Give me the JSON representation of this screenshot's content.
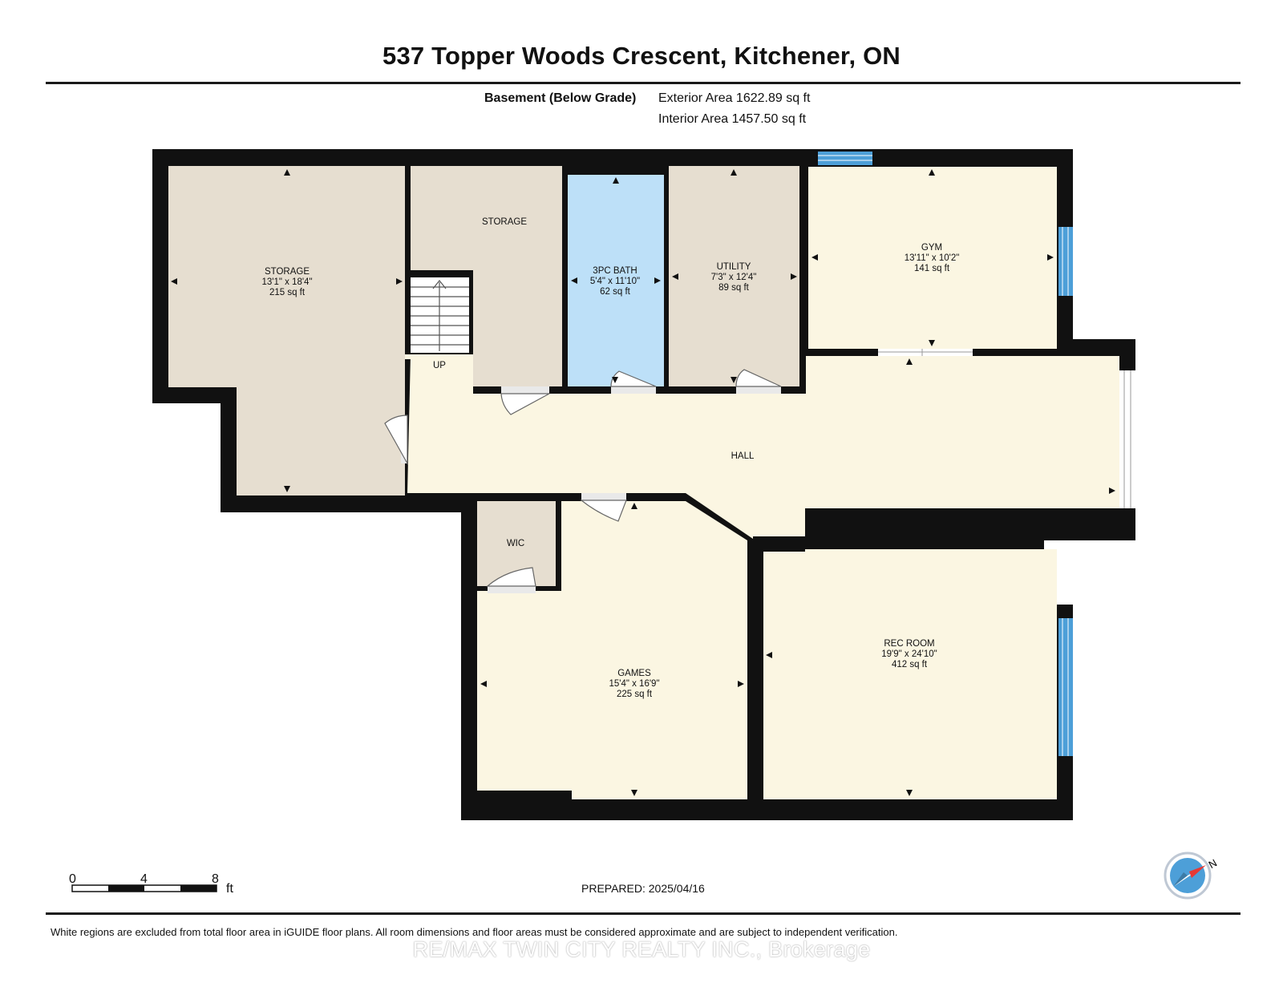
{
  "header": {
    "title": "537 Topper Woods Crescent, Kitchener, ON",
    "level": "Basement (Below Grade)",
    "exterior_area": "Exterior Area 1622.89 sq ft",
    "interior_area": "Interior Area 1457.50 sq ft"
  },
  "rooms": {
    "storage_left": {
      "name": "STORAGE",
      "dims": "13'1\" x 18'4\"",
      "area": "215 sq ft"
    },
    "storage_mid": {
      "name": "STORAGE"
    },
    "bath": {
      "name": "3PC BATH",
      "dims": "5'4\" x 11'10\"",
      "area": "62 sq ft"
    },
    "utility": {
      "name": "UTILITY",
      "dims": "7'3\" x 12'4\"",
      "area": "89 sq ft"
    },
    "gym": {
      "name": "GYM",
      "dims": "13'11\" x 10'2\"",
      "area": "141 sq ft"
    },
    "hall": {
      "name": "HALL"
    },
    "stairs": {
      "name": "UP"
    },
    "wic": {
      "name": "WIC"
    },
    "games": {
      "name": "GAMES",
      "dims": "15'4\" x 16'9\"",
      "area": "225 sq ft"
    },
    "rec": {
      "name": "REC ROOM",
      "dims": "19'9\" x 24'10\"",
      "area": "412 sq ft"
    }
  },
  "colors": {
    "wall": "#111111",
    "storage_fill": "#e6ded0",
    "living_fill": "#fbf6e2",
    "bath_fill": "#bde0f8",
    "window": "#4d9fd8"
  },
  "scale": {
    "ticks": [
      "0",
      "4",
      "8"
    ],
    "unit": "ft"
  },
  "compass": {
    "label": "N",
    "icon": "compass-icon"
  },
  "footer": {
    "prepared": "PREPARED: 2025/04/16",
    "disclaimer": "White regions are excluded from total floor area in iGUIDE floor plans. All room dimensions and floor areas must be considered approximate and are subject to independent verification.",
    "brokerage": "RE/MAX TWIN CITY REALTY INC., Brokerage"
  }
}
